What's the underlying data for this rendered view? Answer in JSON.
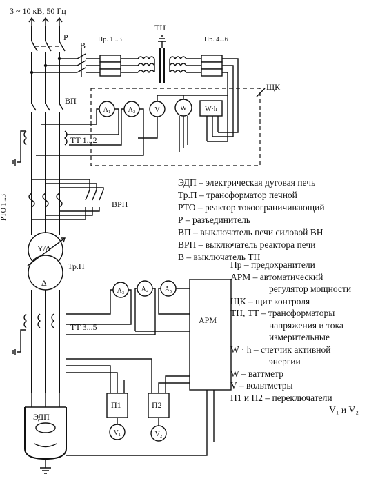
{
  "labels": {
    "supply": "3 ~ 10 кВ, 50 Гц",
    "p": "Р",
    "v": "В",
    "fuses_1_3": "Пр. 1...3",
    "tn": "ТН",
    "fuses_4_6": "Пр. 4...6",
    "shk": "ЩК",
    "vp": "ВП",
    "tt_1_2": "ТТ 1...2",
    "rto": "РТО 1...3",
    "vrp": "ВРП",
    "transformer_conn": "Y/Δ",
    "transformer_delta": "Δ",
    "trp": "Тр.П",
    "tt_3_5": "ТТ 3...5",
    "arm": "АРМ",
    "p1": "П1",
    "p2": "П2",
    "edp": "ЭДП"
  },
  "meters": {
    "a1": "A₁",
    "a2": "A₂",
    "v": "V",
    "w": "W",
    "wh": "W·h",
    "a3": "A₃",
    "a4": "A₄",
    "a5": "A₅",
    "v1": "V₁",
    "v2": "V₂"
  },
  "legend_top": [
    "ЭДП – электрическая дуговая печь",
    "Тр.П – трансформатор печной",
    "РТО – реактор токоограничивающий",
    "Р – разъединитель",
    "ВП – выключатель печи силовой ВН",
    "ВРП – выключатель реактора печи",
    "В – выключатель ТН"
  ],
  "legend_bottom": {
    "pr": "Пр – предохранители",
    "arm_1": "АРМ    –    автоматический",
    "arm_2": "регулятор мощности",
    "shk": "ЩК – щит контроля",
    "tt_1": "ТН, ТТ – трансформаторы",
    "tt_2": "напряжения и тока",
    "tt_3": "измерительные",
    "wh_1": "W · h  –  счетчик  активной",
    "wh_2": "энергии",
    "w": "W – ваттметр",
    "v": "V – вольтметры",
    "p_1": "П1 и П2 – переключатели",
    "p_2": "V₁ и V₂"
  }
}
